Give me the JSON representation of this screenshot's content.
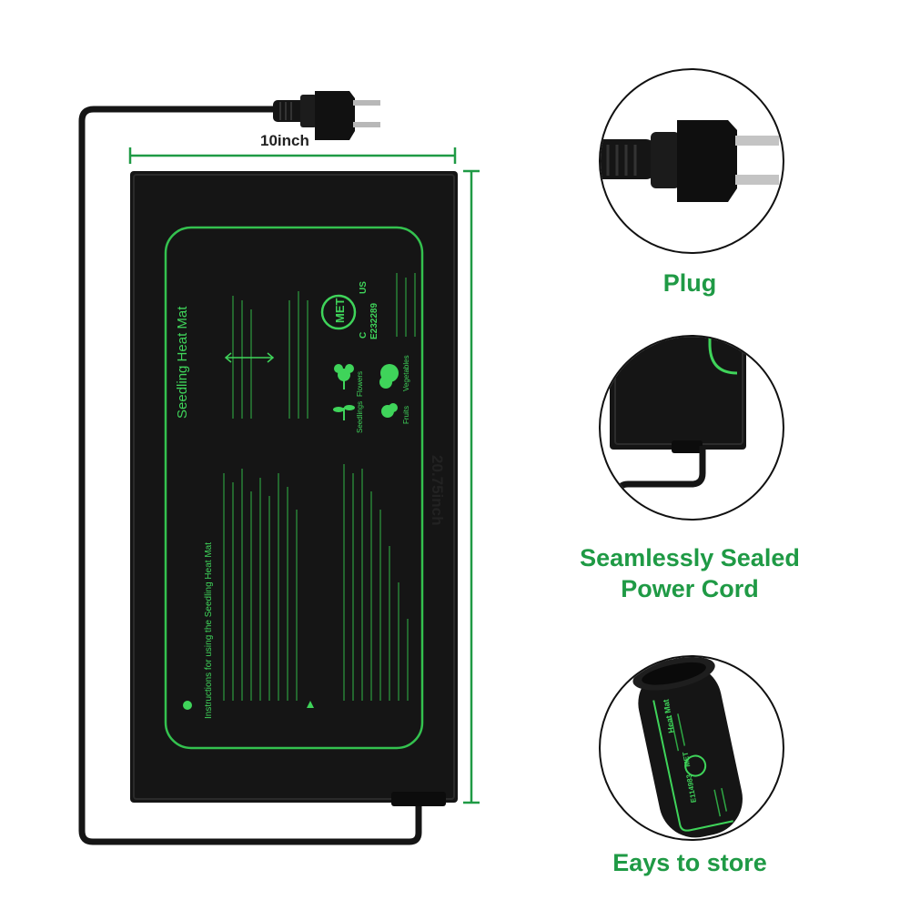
{
  "dimensions": {
    "width_label": "10inch",
    "length_label": "20.75inch"
  },
  "mat": {
    "title": "Seedling Heat Mat",
    "instructions_heading": "Instructions for using the Seedling Heat Mat",
    "certification_mark": "MET",
    "certification_c": "C",
    "certification_us": "US",
    "certification_number": "E232289",
    "plant_types": [
      "Flowers",
      "Vegetables",
      "Seedlings",
      "Fruits"
    ]
  },
  "features": [
    {
      "label": "Plug",
      "icon": "plug-icon"
    },
    {
      "label": "Seamlessly Sealed\nPower Cord",
      "icon": "sealed-cord-icon"
    },
    {
      "label": "Eays to store",
      "icon": "rolled-mat-icon"
    }
  ],
  "roll": {
    "title": "Heat Mat",
    "certification_mark": "MET",
    "certification_number": "E114983"
  },
  "colors": {
    "accent_green": "#1f9a45",
    "mat_print_green": "#3fd45a",
    "mat_black": "#151515"
  }
}
